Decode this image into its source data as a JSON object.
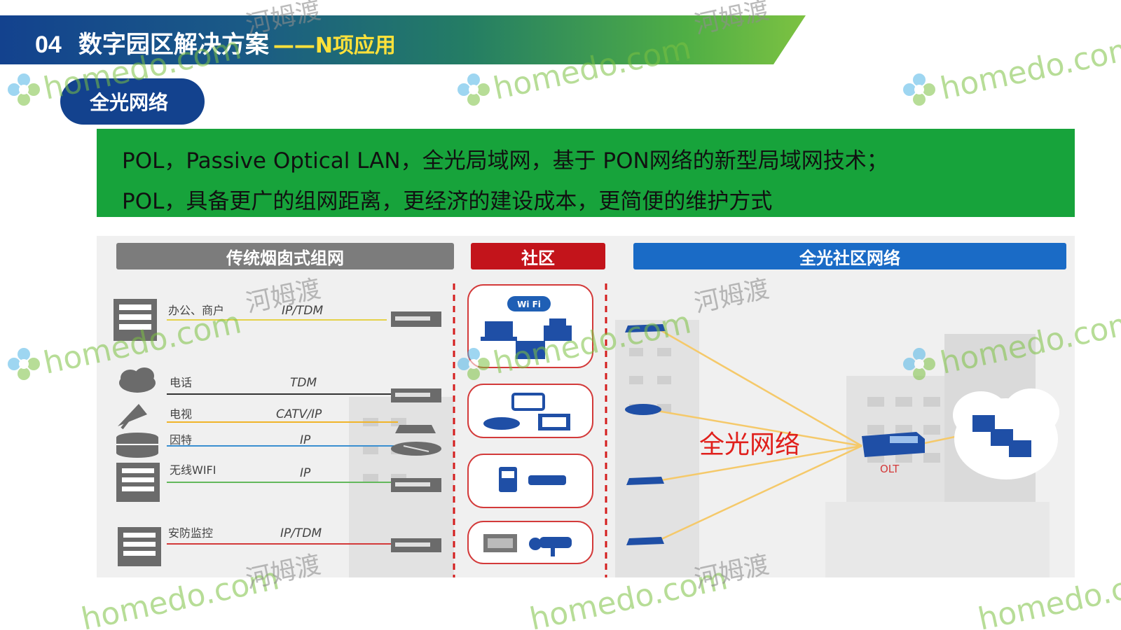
{
  "header": {
    "section_number": "04",
    "title": "数字园区解决方案",
    "subtitle": "——N项应用"
  },
  "pill_label": "全光网络",
  "intro_lines": [
    "POL，Passive Optical LAN，全光局域网，基于 PON网络的新型局域网技术；",
    "POL，具备更广的组网距离，更经济的建设成本，更简便的维护方式"
  ],
  "diagram": {
    "headers": {
      "traditional": "传统烟囱式组网",
      "community": "社区",
      "all_optical": "全光社区网络"
    },
    "services": [
      {
        "name": "办公、商户",
        "protocol": "IP/TDM",
        "line_color": "#e5d24a"
      },
      {
        "name": "电话",
        "protocol": "TDM",
        "line_color": "#333333"
      },
      {
        "name": "电视",
        "protocol": "CATV/IP",
        "line_color": "#f0b429"
      },
      {
        "name": "因特",
        "protocol": "IP",
        "line_color": "#3a8fd0"
      },
      {
        "name": "无线WIFI",
        "protocol": "IP",
        "line_color": "#63b85c"
      },
      {
        "name": "安防监控",
        "protocol": "IP/TDM",
        "line_color": "#d33a3a"
      }
    ],
    "wifi_badge": "Wi Fi",
    "center_label": "全光网络",
    "olt_label": "OLT",
    "colors": {
      "fiber": "#f5c96a",
      "center_label": "#e0201c",
      "device_blue": "#1f4fa6"
    }
  },
  "watermarks": {
    "brand": "homedo.com",
    "chinese": "河姆渡"
  }
}
